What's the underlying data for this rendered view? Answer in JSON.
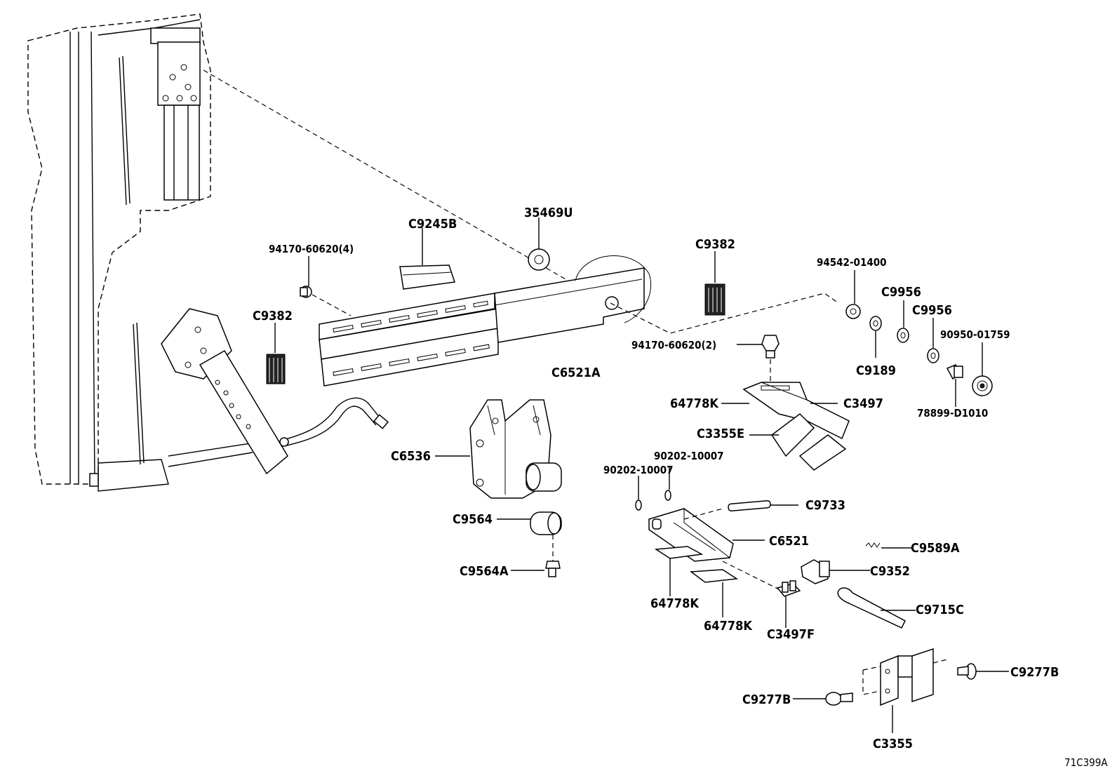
{
  "diagram_id": "71C399A",
  "labels": {
    "p35469U": "35469U",
    "pC9245B": "C9245B",
    "p94170_4": "94170-60620(4)",
    "pC9382_top": "C9382",
    "pC9382_left": "C9382",
    "pC6521A": "C6521A",
    "p94542": "94542-01400",
    "pC9956_a": "C9956",
    "pC9956_b": "C9956",
    "pC9189": "C9189",
    "p90950": "90950-01759",
    "p78899": "78899-D1010",
    "p94170_2": "94170-60620(2)",
    "p64778K_top": "64778K",
    "pC3497": "C3497",
    "pC3355E": "C3355E",
    "pC6536": "C6536",
    "p90202_a": "90202-10007",
    "p90202_b": "90202-10007",
    "pC9733": "C9733",
    "pC9564": "C9564",
    "pC6521": "C6521",
    "pC9589A": "C9589A",
    "pC9564A": "C9564A",
    "pC9352": "C9352",
    "p64778K_a": "64778K",
    "p64778K_b": "64778K",
    "pC3497F": "C3497F",
    "pC9715C": "C9715C",
    "pC9277B_right": "C9277B",
    "pC9277B_left": "C9277B",
    "pC3355": "C3355"
  }
}
